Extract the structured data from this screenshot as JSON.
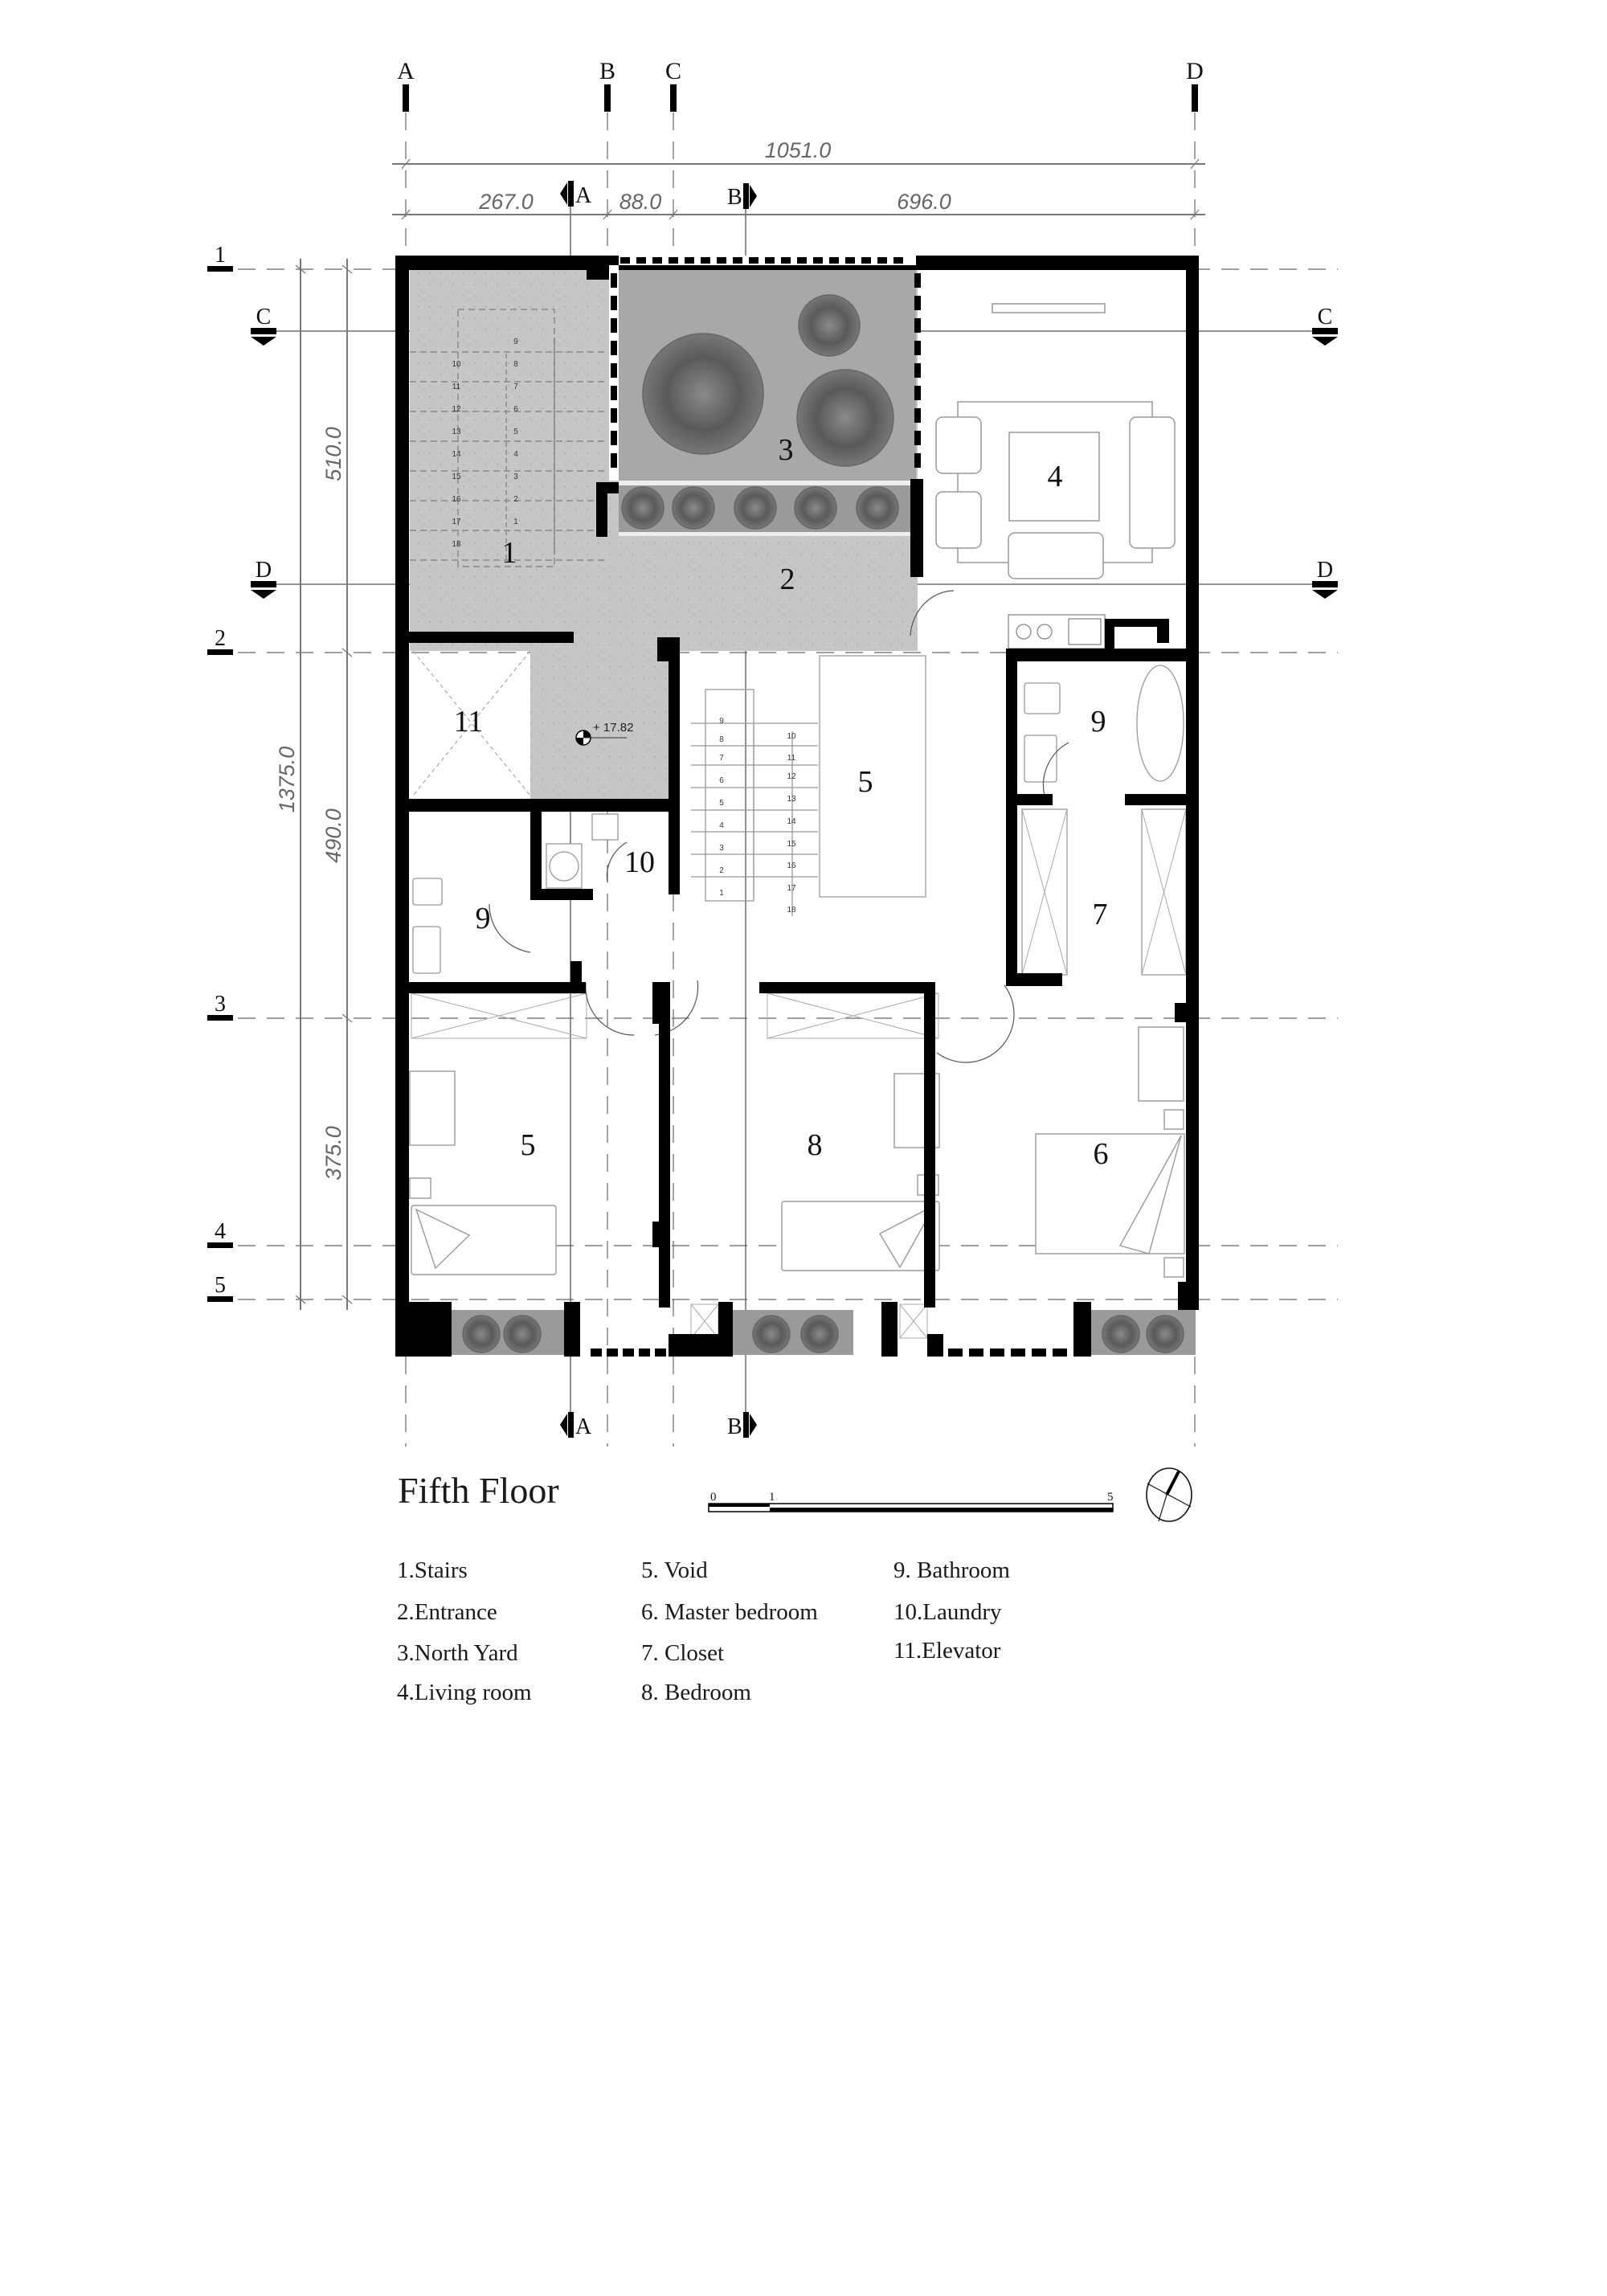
{
  "drawing": {
    "title": "Fifth Floor",
    "type": "architectural floor plan",
    "colors": {
      "wall": "#000000",
      "paving": "#c4c4c4",
      "yard": "#a9a9a9",
      "tree": "#555555",
      "line": "#666666",
      "background": "#ffffff"
    }
  },
  "grid": {
    "columns": [
      {
        "label": "A"
      },
      {
        "label": "B"
      },
      {
        "label": "C"
      },
      {
        "label": "D"
      }
    ],
    "rows": [
      {
        "label": "1"
      },
      {
        "label": "2"
      },
      {
        "label": "3"
      },
      {
        "label": "4"
      },
      {
        "label": "5"
      }
    ]
  },
  "dimensions": {
    "overall_width": "1051.0",
    "segments_horizontal": [
      "267.0",
      "88.0",
      "696.0"
    ],
    "overall_height": "1375.0",
    "segments_vertical": [
      "510.0",
      "490.0",
      "375.0"
    ]
  },
  "sections": {
    "A_top": "A",
    "B_top": "B",
    "A_bottom": "A",
    "B_bottom": "B",
    "C_left": "C",
    "C_right": "C",
    "D_left": "D",
    "D_right": "D"
  },
  "level_marker": "+ 17.82",
  "rooms": {
    "stairs": "1",
    "entrance": "2",
    "north_yard": "3",
    "living": "4",
    "void": "5",
    "bedroom_west": "5",
    "master_bedroom": "6",
    "closet": "7",
    "bedroom": "8",
    "bathroom_west": "9",
    "bathroom_east": "9",
    "laundry": "10",
    "elevator": "11"
  },
  "stair_steps": {
    "upper_left_col": [
      "10",
      "11",
      "12",
      "13",
      "14",
      "15",
      "16",
      "17",
      "18"
    ],
    "upper_right_col": [
      "9",
      "8",
      "7",
      "6",
      "5",
      "4",
      "3",
      "2",
      "1"
    ],
    "lower_left_col": [
      "9",
      "8",
      "7",
      "6",
      "5",
      "4",
      "3",
      "2",
      "1"
    ],
    "lower_right_col": [
      "10",
      "11",
      "12",
      "13",
      "14",
      "15",
      "16",
      "17",
      "18"
    ]
  },
  "scale_bar": {
    "labels": [
      "0",
      "1",
      "5"
    ]
  },
  "legend": {
    "col1": [
      "1.Stairs",
      "2.Entrance",
      "3.North Yard",
      "4.Living room"
    ],
    "col2": [
      "5. Void",
      "6. Master bedroom",
      "7. Closet",
      "8. Bedroom"
    ],
    "col3": [
      "9.  Bathroom",
      "10.Laundry",
      "11.Elevator"
    ]
  }
}
